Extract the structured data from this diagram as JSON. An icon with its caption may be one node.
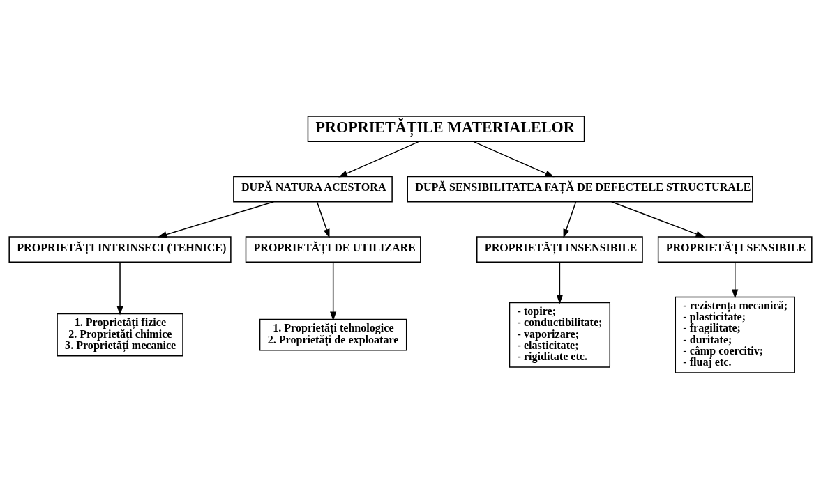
{
  "diagram": {
    "nodes": [
      {
        "text": [
          "PROPRIETĂȚILE MATERIALELOR"
        ]
      },
      {
        "text": [
          "DUPĂ NATURA ACESTORA"
        ]
      },
      {
        "text": [
          "DUPĂ SENSIBILITATEA FAȚĂ DE DEFECTELE STRUCTURALE"
        ]
      },
      {
        "text": [
          "PROPRIETĂȚI INTRINSECI (TEHNICE)"
        ]
      },
      {
        "text": [
          "PROPRIETĂȚI DE UTILIZARE"
        ]
      },
      {
        "text": [
          "PROPRIETĂȚI INSENSIBILE"
        ]
      },
      {
        "text": [
          "PROPRIETĂȚI SENSIBILE"
        ]
      },
      {
        "text": [
          "1. Proprietăți fizice",
          "2. Proprietăți chimice",
          "3. Proprietăți mecanice"
        ]
      },
      {
        "text": [
          "1. Proprietăți tehnologice",
          "2. Proprietăți de exploatare"
        ]
      },
      {
        "text": [
          "- topire;",
          "- conductibilitate;",
          "- vaporizare;",
          "- elasticitate;",
          "- rigiditate etc."
        ]
      },
      {
        "text": [
          "- rezistența mecanică;",
          "- plasticitate;",
          "- fragilitate;",
          "- duritate;",
          "- câmp coercitiv;",
          "- fluaj etc."
        ]
      }
    ],
    "edges": [
      {
        "from": 0,
        "to": 1,
        "arrow": "to"
      },
      {
        "from": 0,
        "to": 2,
        "arrow": "to"
      },
      {
        "from": 1,
        "to": 3,
        "arrow": "to"
      },
      {
        "from": 1,
        "to": 4,
        "arrow": "to"
      },
      {
        "from": 2,
        "to": 5,
        "arrow": "to"
      },
      {
        "from": 2,
        "to": 6,
        "arrow": "to"
      },
      {
        "from": 3,
        "to": 7,
        "arrow": "to"
      },
      {
        "from": 4,
        "to": 8,
        "arrow": "to"
      },
      {
        "from": 5,
        "to": 9,
        "arrow": "to"
      },
      {
        "from": 6,
        "to": 10,
        "arrow": "to"
      }
    ]
  }
}
